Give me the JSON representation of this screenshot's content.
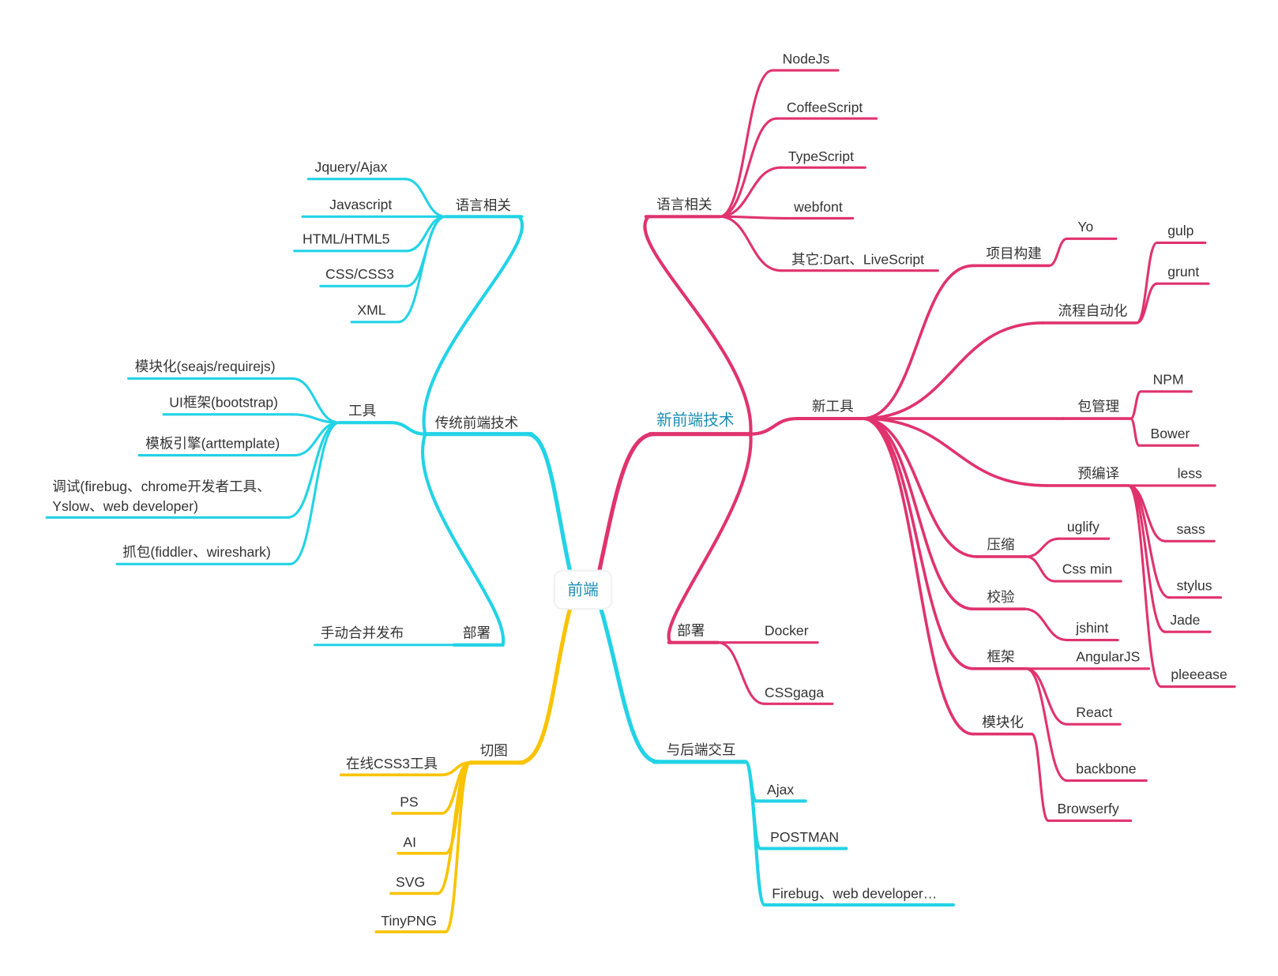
{
  "center": "前端",
  "colors": {
    "modern": "#e0336e",
    "traditional": "#22d3e6",
    "slicing": "#f9c300",
    "backend": "#22d3e6",
    "center_text": "#1a8fb5"
  },
  "traditional": {
    "label": "传统前端技术",
    "language": {
      "label": "语言相关",
      "items": [
        "Jquery/Ajax",
        "Javascript",
        "HTML/HTML5",
        "CSS/CSS3",
        "XML"
      ]
    },
    "tools": {
      "label": "工具",
      "items": [
        "模块化(seajs/requirejs)",
        "UI框架(bootstrap)",
        "模板引擎(arttemplate)",
        "抓包(fiddler、wireshark)"
      ],
      "debug": [
        "调试(firebug、chrome开发者工具、",
        "Yslow、web developer)"
      ]
    },
    "deploy": {
      "label": "部署",
      "items": [
        "手动合并发布"
      ]
    }
  },
  "modern": {
    "label": "新前端技术",
    "language": {
      "label": "语言相关",
      "items": [
        "NodeJs",
        "CoffeeScript",
        "TypeScript",
        "webfont",
        "其它:Dart、LiveScript"
      ]
    },
    "tools": {
      "label": "新工具",
      "build": {
        "label": "项目构建",
        "items": [
          "Yo"
        ]
      },
      "automation": {
        "label": "流程自动化",
        "items": [
          "gulp",
          "grunt"
        ]
      },
      "package": {
        "label": "包管理",
        "items": [
          "NPM",
          "Bower"
        ]
      },
      "precompile": {
        "label": "预编译",
        "items": [
          "less",
          "sass",
          "stylus",
          "Jade",
          "pleeease"
        ]
      },
      "compress": {
        "label": "压缩",
        "items": [
          "uglify",
          "Css min"
        ]
      },
      "lint": {
        "label": "校验",
        "items": [
          "jshint"
        ]
      },
      "framework": {
        "label": "框架",
        "items": [
          "AngularJS",
          "React",
          "backbone"
        ]
      },
      "module": {
        "label": "模块化",
        "items": [
          "Browserfy"
        ]
      }
    },
    "deploy": {
      "label": "部署",
      "items": [
        "Docker",
        "CSSgaga"
      ]
    }
  },
  "backend": {
    "label": "与后端交互",
    "items": [
      "Ajax",
      "POSTMAN",
      "Firebug、web developer…"
    ]
  },
  "slicing": {
    "label": "切图",
    "items": [
      "在线CSS3工具",
      "PS",
      "AI",
      "SVG",
      "TinyPNG"
    ]
  }
}
